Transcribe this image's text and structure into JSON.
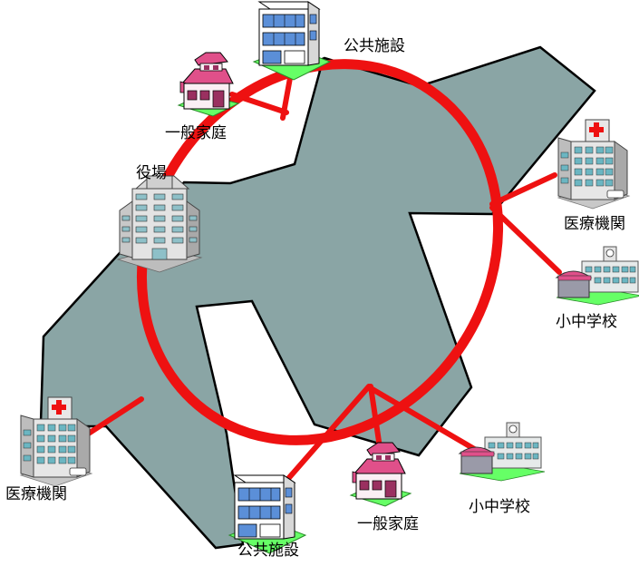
{
  "labels": {
    "public_facility_top": "公共施設",
    "household_top": "一般家庭",
    "town_office": "役場",
    "medical_right": "医療機関",
    "school_right": "小中学校",
    "medical_left": "医療機関",
    "public_facility_bottom": "公共施設",
    "household_bottom": "一般家庭",
    "school_bottom": "小中学校"
  },
  "colors": {
    "region": "#8aa5a5",
    "ring": "#ee1111",
    "link": "#ee1111",
    "outline": "#000000"
  },
  "icons": [
    "public-building-icon",
    "house-icon",
    "town-office-icon",
    "hospital-icon",
    "school-icon"
  ]
}
